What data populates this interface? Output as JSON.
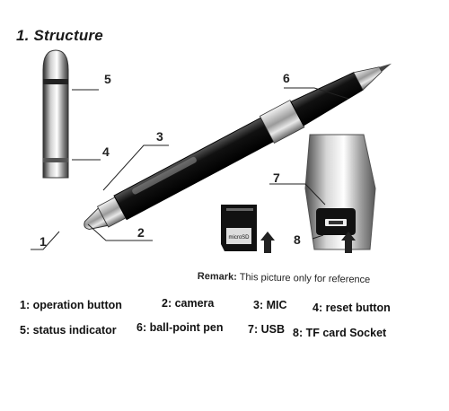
{
  "title": "1. Structure",
  "callouts": [
    "1",
    "2",
    "3",
    "4",
    "5",
    "6",
    "7",
    "8"
  ],
  "remark": {
    "label": "Remark:",
    "text": "This picture only for reference"
  },
  "legend": [
    "1: operation button",
    "2: camera",
    "3: MIC",
    "4: reset button",
    "5: status indicator",
    "6: ball-point pen",
    "7: USB",
    "8: TF card Socket"
  ],
  "sdcard_label": "microSD"
}
